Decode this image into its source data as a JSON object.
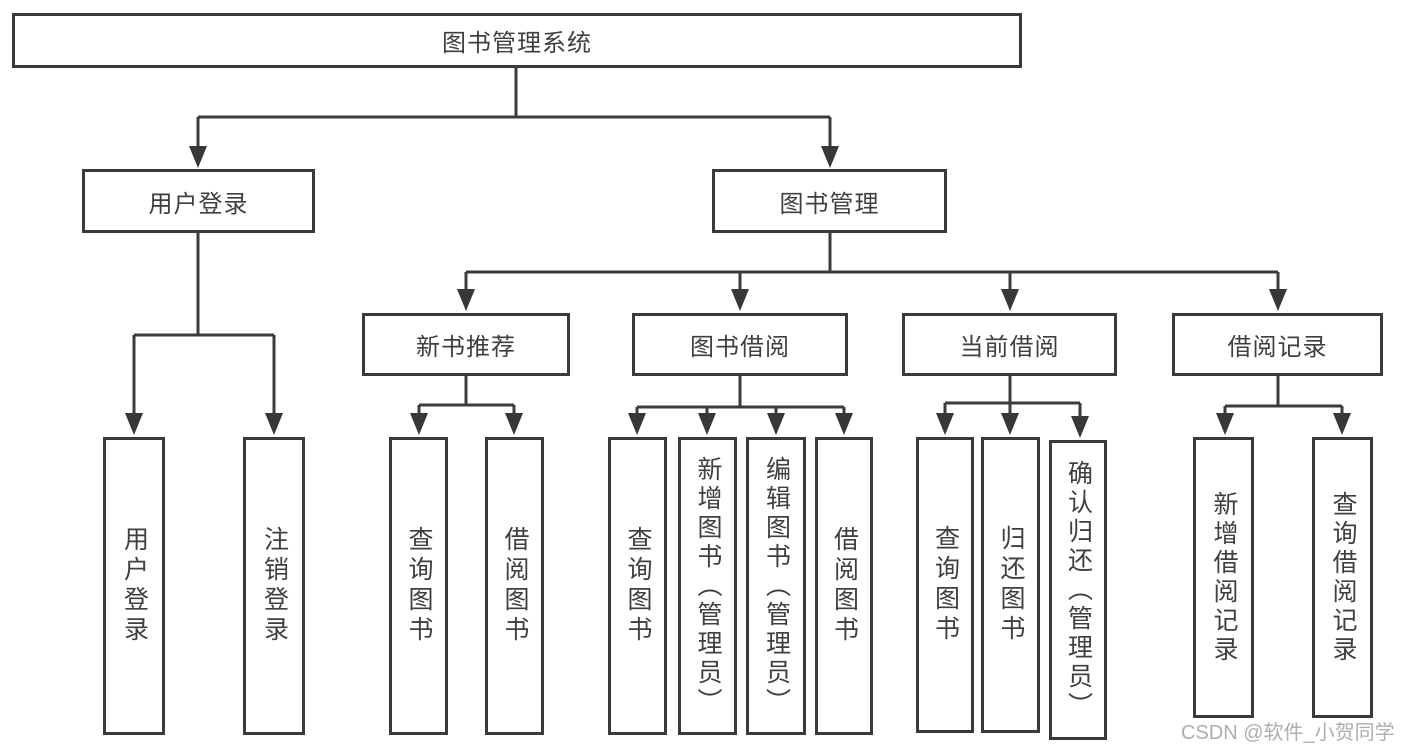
{
  "diagram": {
    "root": {
      "label": "图书管理系统"
    },
    "branches": [
      {
        "label": "用户登录",
        "children": [
          {
            "label": "用户登录"
          },
          {
            "label": "注销登录"
          }
        ]
      },
      {
        "label": "图书管理",
        "children": [
          {
            "label": "新书推荐",
            "children": [
              {
                "label": "查询图书"
              },
              {
                "label": "借阅图书"
              }
            ]
          },
          {
            "label": "图书借阅",
            "children": [
              {
                "label": "查询图书"
              },
              {
                "label": "新增图书（管理员）"
              },
              {
                "label": "编辑图书（管理员）"
              },
              {
                "label": "借阅图书"
              }
            ]
          },
          {
            "label": "当前借阅",
            "children": [
              {
                "label": "查询图书"
              },
              {
                "label": "归还图书"
              },
              {
                "label": "确认归还（管理员）"
              }
            ]
          },
          {
            "label": "借阅记录",
            "children": [
              {
                "label": "新增借阅记录"
              },
              {
                "label": "查询借阅记录"
              }
            ]
          }
        ]
      }
    ]
  },
  "watermark": "CSDN @软件_小贺同学",
  "colors": {
    "line": "#3b3b3b",
    "box_border": "#3a3a3a",
    "text": "#3f3f3f",
    "watermark": "#a6a6a6",
    "background": "#ffffff"
  }
}
